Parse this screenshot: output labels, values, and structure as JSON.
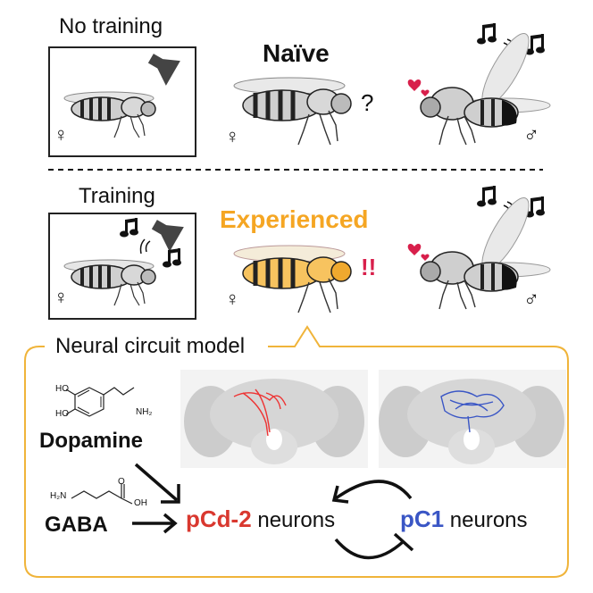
{
  "top": {
    "box_title": "No training",
    "condition": "Naïve",
    "question": "?",
    "female_symbol": "♀",
    "male_symbol": "♂"
  },
  "bottom": {
    "box_title": "Training",
    "condition": "Experienced",
    "exclaim": "!!",
    "female_symbol": "♀",
    "male_symbol": "♂"
  },
  "model": {
    "title": "Neural circuit model",
    "dopamine": "Dopamine",
    "gaba": "GABA",
    "pcd2": "pCd-2",
    "pcd2_suffix": " neurons",
    "pc1": "pC1",
    "pc1_suffix": " neurons",
    "dopamine_atoms": {
      "ho1": "HO",
      "ho2": "HO",
      "nh2": "NH₂"
    },
    "gaba_atoms": {
      "h2n": "H₂N",
      "o": "O",
      "oh": "OH"
    }
  },
  "colors": {
    "experienced": "#f5a623",
    "pcd2": "#d9382f",
    "pc1": "#3a56c5",
    "heart": "#d81f4b",
    "frame": "#f0b43a"
  }
}
